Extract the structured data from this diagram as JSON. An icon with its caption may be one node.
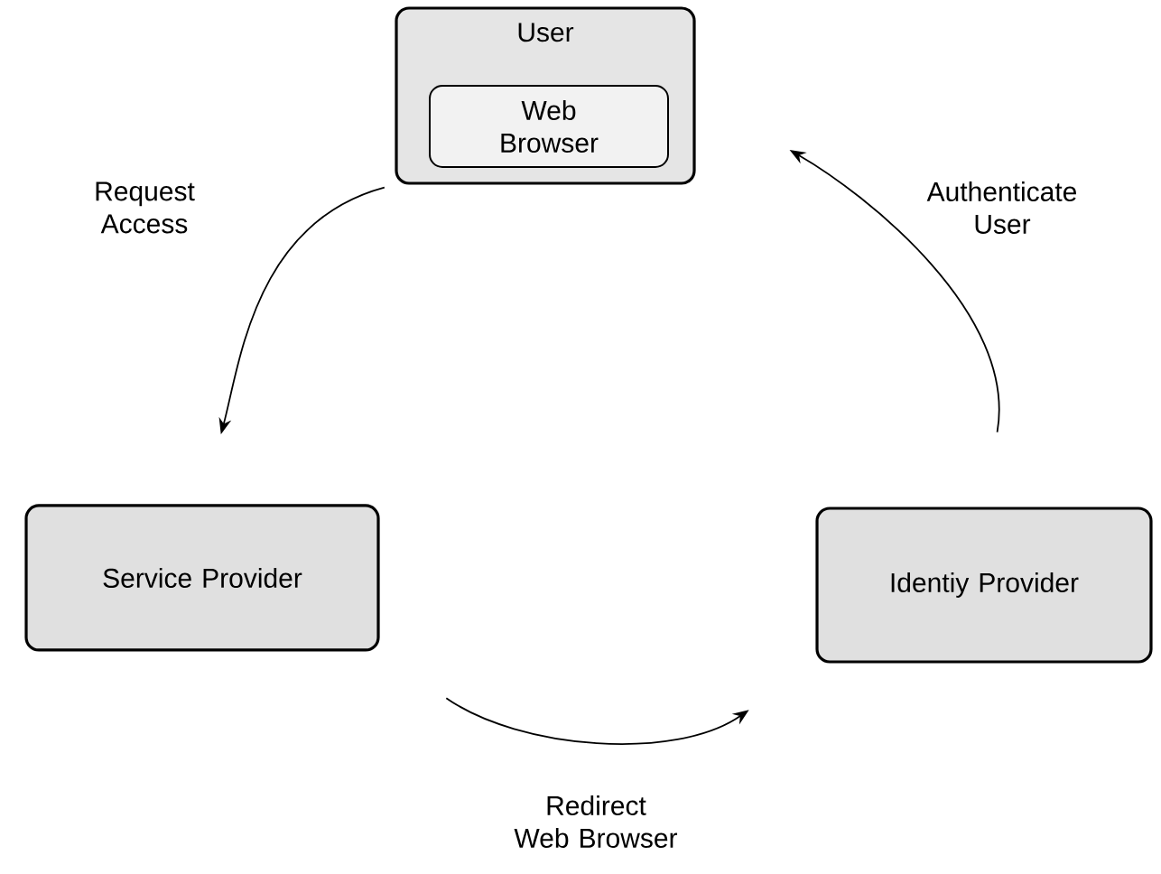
{
  "diagram": {
    "nodes": [
      {
        "text": [
          "User"
        ]
      },
      {
        "text": [
          "Web Browser"
        ],
        "in": 0
      },
      {
        "text": [
          "Service Provider"
        ]
      },
      {
        "text": [
          "Identiy Provider"
        ]
      }
    ],
    "edges": [
      {
        "from": 0,
        "to": 2,
        "arrow": "to",
        "label": "Request Access"
      },
      {
        "from": 3,
        "to": 0,
        "arrow": "to",
        "label": "Authenticate User"
      },
      {
        "from": 2,
        "to": 3,
        "arrow": "to",
        "label": "Redirect Web Browser"
      }
    ]
  }
}
